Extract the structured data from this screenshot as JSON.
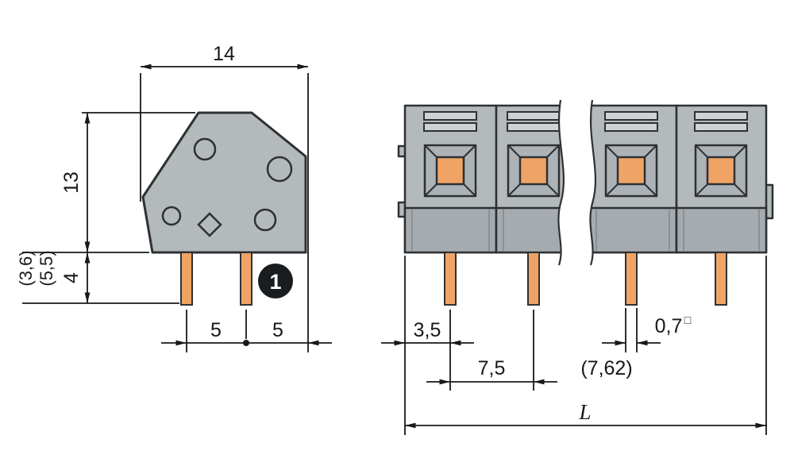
{
  "colors": {
    "body_gray": "#b4b9bc",
    "band_gray": "#a6abaf",
    "slot_gray": "#ced2d5",
    "pin_orange": "#efa466",
    "line_dark": "#2d3134",
    "callout_black": "#1a1d1f"
  },
  "side_view": {
    "callout_number": "1",
    "dim_width": "14",
    "dim_height": "13",
    "dim_pin_length": "4",
    "dim_alt_outer": "(3,6)",
    "dim_alt_inner": "(5,5)",
    "dim_pitch_left": "5",
    "dim_pitch_right": "5"
  },
  "front_view": {
    "dim_edge_offset": "3,5",
    "dim_pitch": "7,5",
    "dim_pitch_alt": "(7,62)",
    "dim_pin_width": "0,7",
    "dim_pin_width_sup": "□",
    "dim_total_length": "L"
  }
}
